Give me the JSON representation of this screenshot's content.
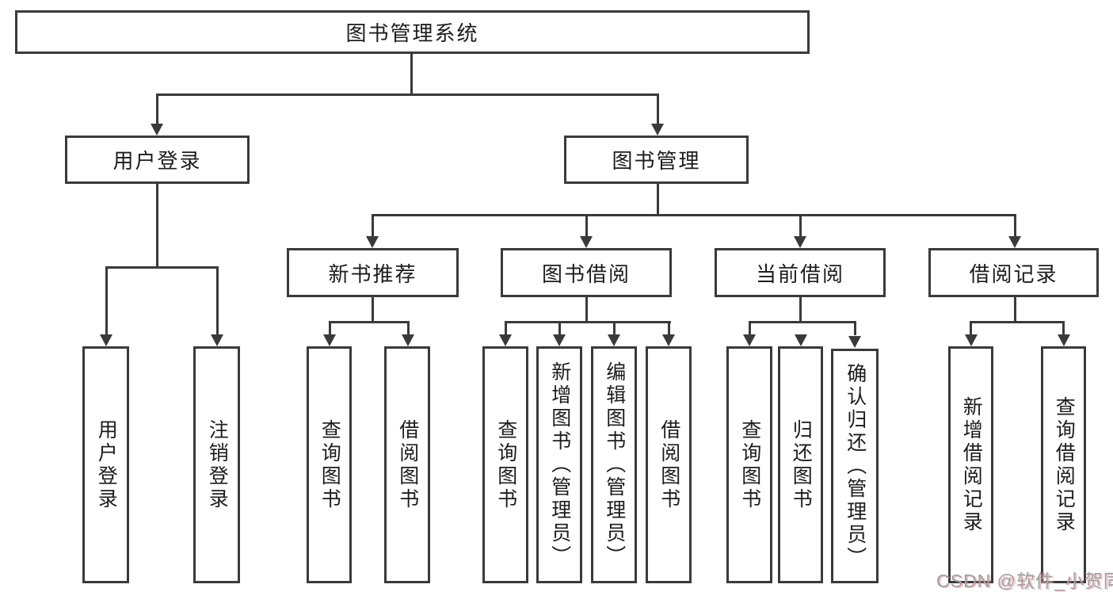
{
  "nodes": {
    "root": "图书管理系统",
    "user_login": "用户登录",
    "book_mgmt": "图书管理",
    "new_book": "新书推荐",
    "book_borrow": "图书借阅",
    "current_borrow": "当前借阅",
    "borrow_records": "借阅记录"
  },
  "leaves": {
    "user_login": [
      "用户登录",
      "注销登录"
    ],
    "new_book": [
      "查询图书",
      "借阅图书"
    ],
    "book_borrow": [
      "查询图书",
      "新增图书（管理员）",
      "编辑图书（管理员）",
      "借阅图书"
    ],
    "current_borrow": [
      "查询图书",
      "归还图书",
      "确认归还（管理员）"
    ],
    "borrow_records": [
      "新增借阅记录",
      "查询借阅记录"
    ]
  },
  "watermark": "CSDN @软件_小贺同学",
  "colors": {
    "line": "#3a3a3a",
    "text": "#1c1c1c",
    "watermark": "#9da1a6"
  }
}
